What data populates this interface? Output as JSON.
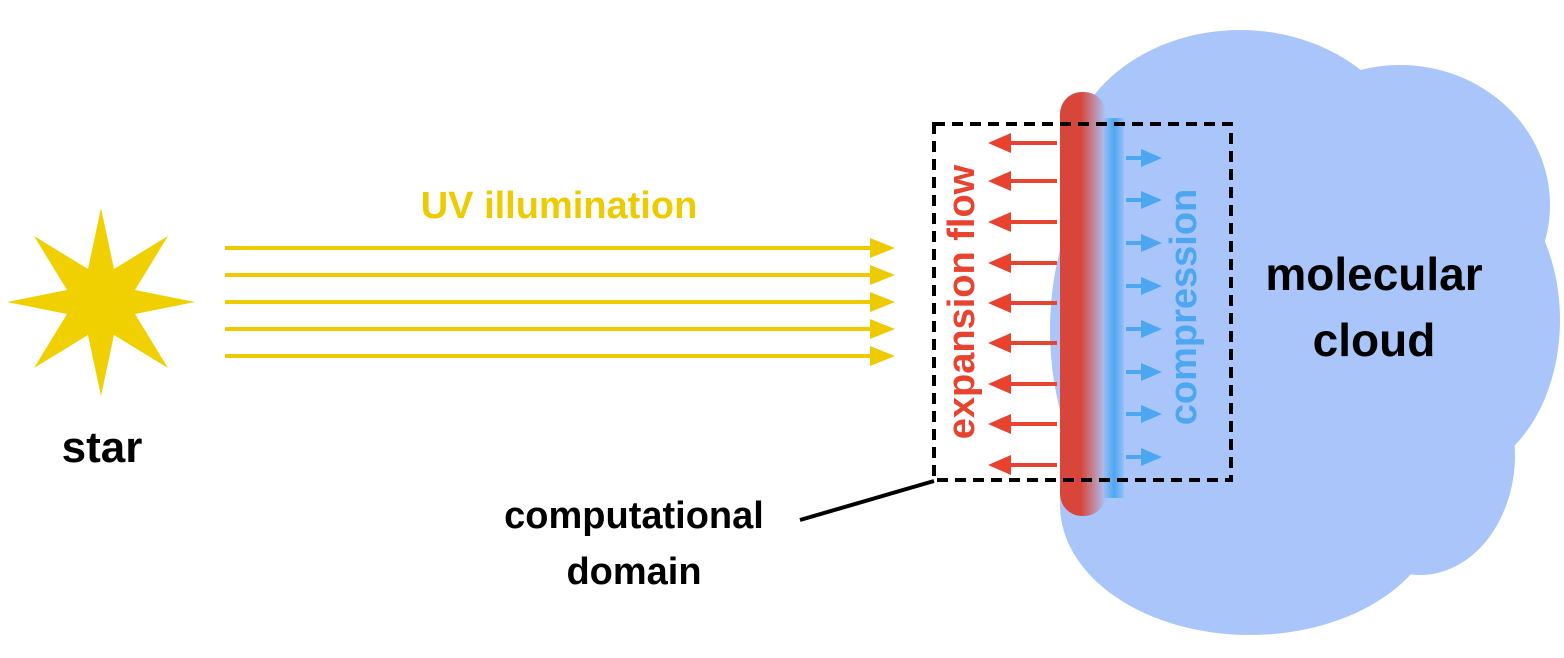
{
  "labels": {
    "star": "star",
    "uv": "UV illumination",
    "expansion": "expansion flow",
    "compression": "compression",
    "cloud_line1": "molecular",
    "cloud_line2": "cloud",
    "domain_line1": "computational",
    "domain_line2": "domain"
  },
  "colors": {
    "star": "#f0d000",
    "uv": "#eecb00",
    "expansion": "#e8432e",
    "compression": "#4da6f0",
    "cloud": "#a9c5fa",
    "front_red": "#d8453a",
    "text": "#000000"
  }
}
